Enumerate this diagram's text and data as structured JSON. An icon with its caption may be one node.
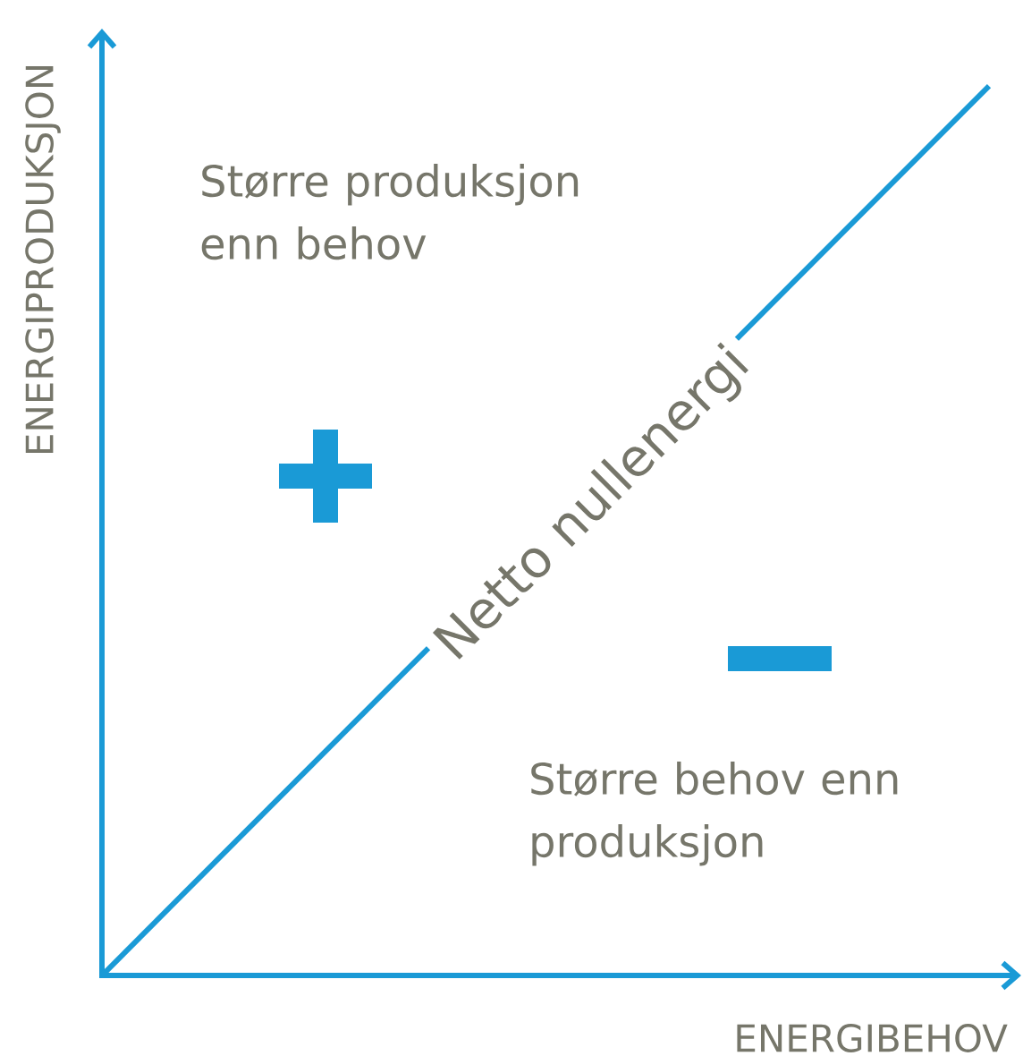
{
  "diagram": {
    "labels": [
      "ENERGIPRODUKSJON",
      "Større produksjon enn behov",
      "Netto nullenergi",
      "Større behov enn produksjon",
      "ENERGIBEHOV"
    ]
  }
}
